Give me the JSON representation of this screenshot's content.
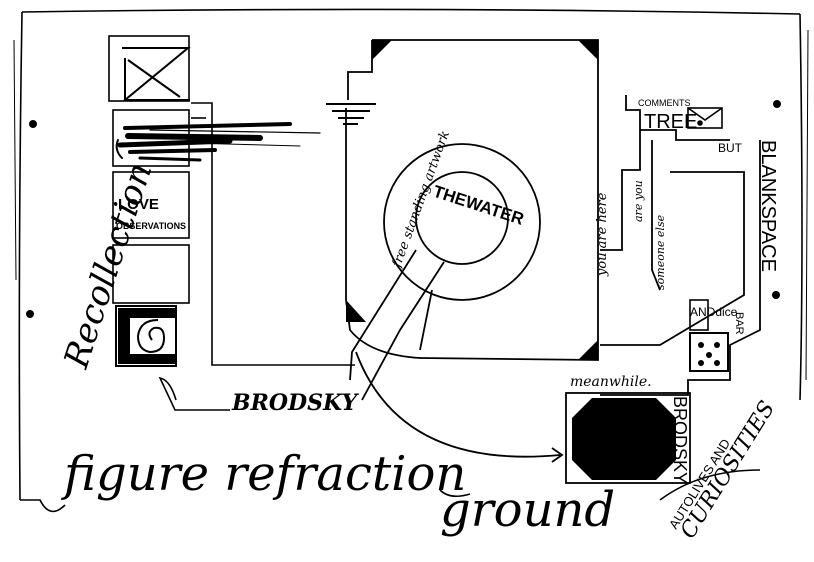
{
  "labels": {
    "recollection": "Recollection",
    "love": "LOVE",
    "observations": "OBSERVATIONS",
    "brodsky_left": "BRODSKY",
    "free_standing_artwork": "free standing artwork",
    "the_water": "THEWATER",
    "you_are_here": "you are here",
    "are_you": "are you",
    "someone_else": "someone else",
    "comments": "COMMENTS",
    "tree": "TREE",
    "but": "BUT",
    "blankspace": "BLANKSPACE",
    "and_dice": "ANDdice",
    "bar": "BAR",
    "meanwhile": "meanwhile.",
    "brodsky_right": "BRODSKY",
    "figure_refraction": "figure refraction",
    "ground": "ground",
    "autolives_and": "AUTOLIVES AND",
    "curiosities": "CURIOSITIES"
  },
  "icons": {
    "crossed_box": "crossed-box-icon",
    "spiral_box": "spiral-box-icon",
    "envelope": "envelope-icon",
    "dice": "dice-icon",
    "ground_symbol": "ground-symbol-icon",
    "black_octagon": "black-octagon-icon"
  },
  "colors": {
    "ink": "#000000",
    "paper": "#ffffff"
  }
}
